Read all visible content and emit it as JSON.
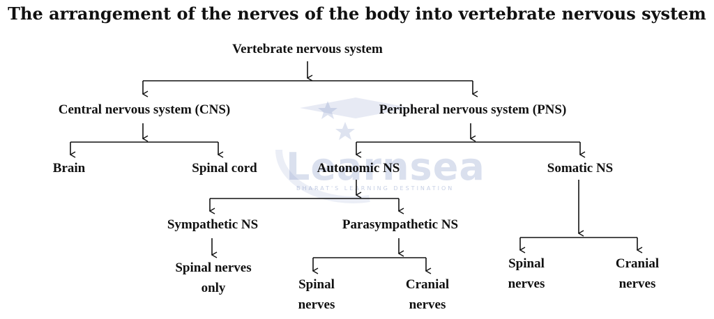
{
  "title": "The arrangement of the nerves of the body into vertebrate nervous system",
  "nodes": {
    "root": "Vertebrate nervous system",
    "cns": "Central nervous system (CNS)",
    "pns": "Peripheral nervous system (PNS)",
    "brain": "Brain",
    "spinal_cord": "Spinal cord",
    "autonomic": "Autonomic NS",
    "somatic": "Somatic NS",
    "sympathetic": "Sympathetic NS",
    "parasympathetic": "Parasympathetic NS",
    "spinal_nerves_only_1": "Spinal nerves",
    "spinal_nerves_only_2": "only",
    "para_spinal_1": "Spinal",
    "para_spinal_2": "nerves",
    "para_cranial_1": "Cranial",
    "para_cranial_2": "nerves",
    "som_spinal_1": "Spinal",
    "som_spinal_2": "nerves",
    "som_cranial_1": "Cranial",
    "som_cranial_2": "nerves"
  },
  "watermark": {
    "brand": "Learnsea",
    "tagline": "BHARAT'S LEARNING DESTINATION"
  }
}
